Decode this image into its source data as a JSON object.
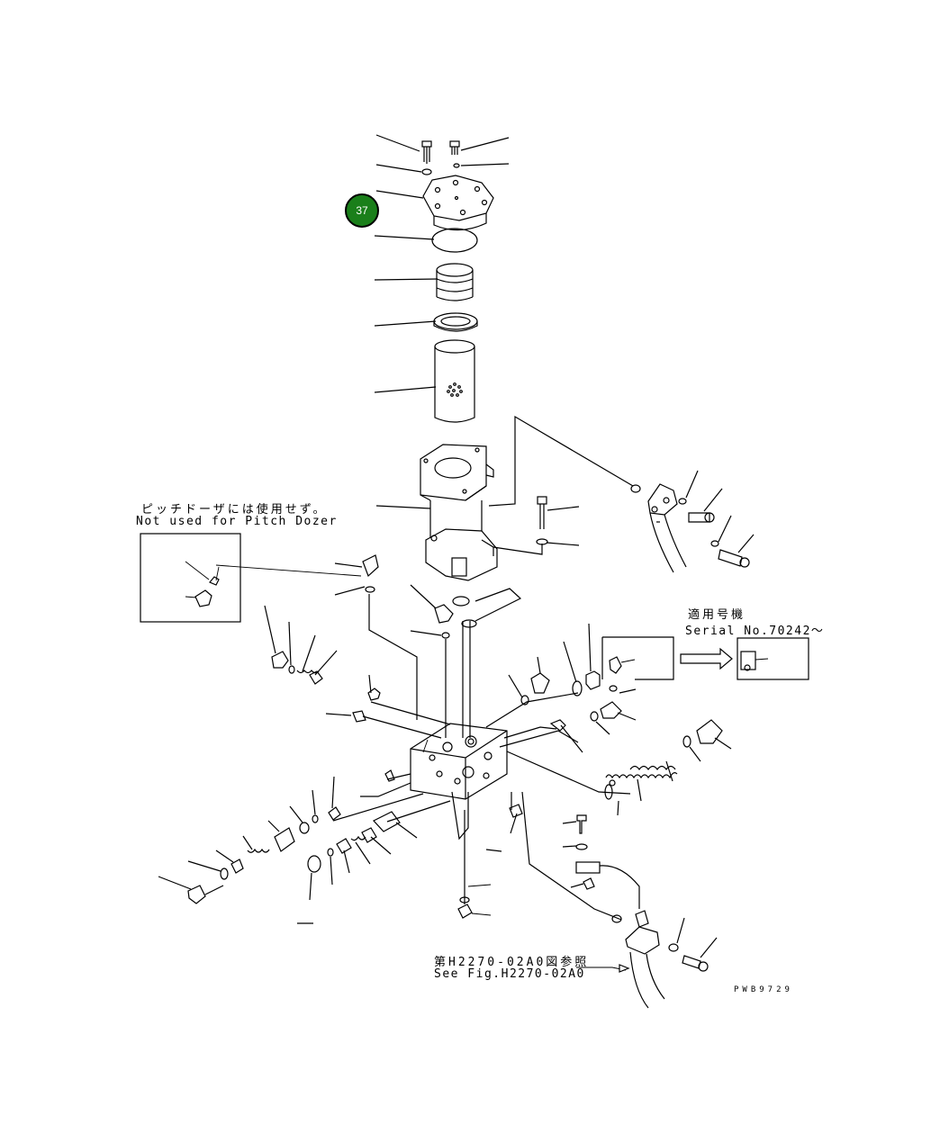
{
  "callout": {
    "number": "37",
    "color": "#1a7f1a"
  },
  "notes": {
    "pitch_dozer_jp": "ピッチドーザには使用せず。",
    "pitch_dozer_en": "Not used for Pitch Dozer",
    "applicable_jp": "適用号機",
    "serial_en": "Serial No.70242～",
    "see_fig_jp": "第H2270-02A0図参照",
    "see_fig_en": "See Fig.H2270-02A0",
    "drawing_code": "PWB9729"
  }
}
